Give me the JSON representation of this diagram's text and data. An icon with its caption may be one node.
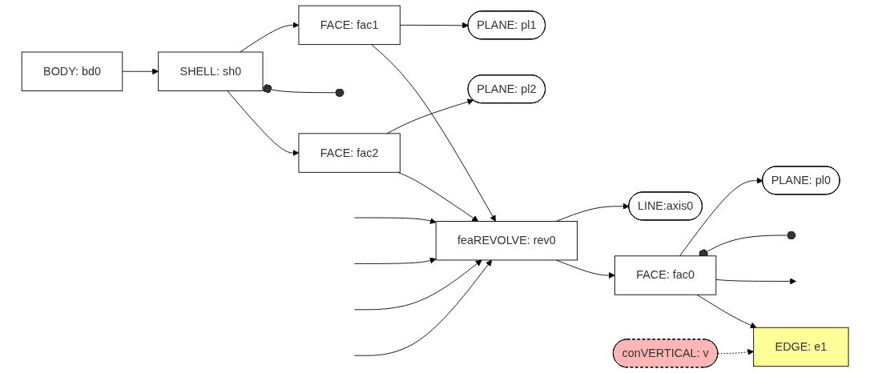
{
  "diagram": {
    "nodes": [
      {
        "text": [
          "LINE:axis0"
        ]
      },
      {
        "text": [
          "feaREVOLVE: rev0"
        ]
      },
      {
        "text": [
          "BODY: bd0"
        ]
      },
      {
        "text": [
          "PLANE: pl0"
        ]
      },
      {
        "text": [
          "SHELL: sh0"
        ]
      },
      {
        "text": [
          "FACE: fac0"
        ]
      },
      {
        "text": [
          "FACE: fac1"
        ]
      },
      {
        "text": [
          "PLANE: pl1"
        ]
      },
      {
        "text": [
          "EDGE: e1"
        ]
      },
      {
        "text": [
          "FACE: fac2"
        ]
      },
      {
        "text": [
          "PLANE: pl2"
        ]
      },
      {
        "text": [
          "conVERTICAL: v"
        ]
      }
    ],
    "edges": [
      {
        "from": 1,
        "to": 0,
        "arrow": "to"
      },
      {
        "from": 1,
        "to": 5,
        "arrow": "to"
      },
      {
        "from": 2,
        "to": 4,
        "arrow": "to"
      },
      {
        "from": 5,
        "to": 3,
        "arrow": "to"
      },
      {
        "from": 4,
        "to": 6,
        "arrow": "to"
      },
      {
        "from": 6,
        "to": 7,
        "arrow": "to"
      },
      {
        "from": 4,
        "to": null,
        "arrow": "other"
      },
      {
        "from": 6,
        "to": 1,
        "arrow": "to"
      },
      {
        "from": 4,
        "to": 9,
        "arrow": "to"
      },
      {
        "from": 9,
        "to": 10,
        "arrow": "to"
      },
      {
        "from": 9,
        "to": 1,
        "arrow": "to"
      },
      {
        "from": 5,
        "to": null,
        "arrow": "other"
      },
      {
        "from": 5,
        "to": null,
        "arrow": "to"
      },
      {
        "from": 5,
        "to": 8,
        "arrow": "to"
      },
      {
        "from": null,
        "to": 1,
        "arrow": "to"
      },
      {
        "from": null,
        "to": 1,
        "arrow": "to"
      },
      {
        "from": null,
        "to": 1,
        "arrow": "to"
      },
      {
        "from": null,
        "to": 1,
        "arrow": "to"
      },
      {
        "from": 11,
        "to": 8,
        "arrow": "to",
        "style": "dashed"
      }
    ]
  }
}
